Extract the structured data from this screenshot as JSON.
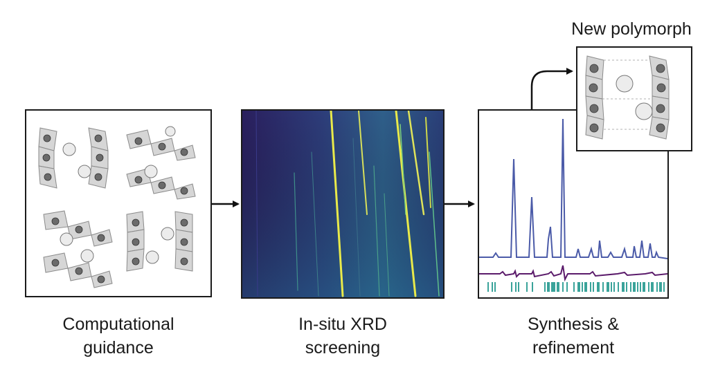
{
  "stages": [
    {
      "id": "computational",
      "caption_line1": "Computational",
      "caption_line2": "guidance"
    },
    {
      "id": "xrd",
      "caption_line1": "In-situ XRD",
      "caption_line2": "screening"
    },
    {
      "id": "synthesis",
      "caption_line1": "Synthesis &",
      "caption_line2": "refinement"
    }
  ],
  "inset": {
    "title": "New polymorph"
  },
  "colors": {
    "border": "#1a1a1a",
    "polyhedron": "#cfcfcf",
    "xrd_background": "#2c2463",
    "xrd_line": "#e8e84a",
    "pattern": "#4a5aa8",
    "difference": "#5a1a6a",
    "ticks": "#3aa39a"
  }
}
